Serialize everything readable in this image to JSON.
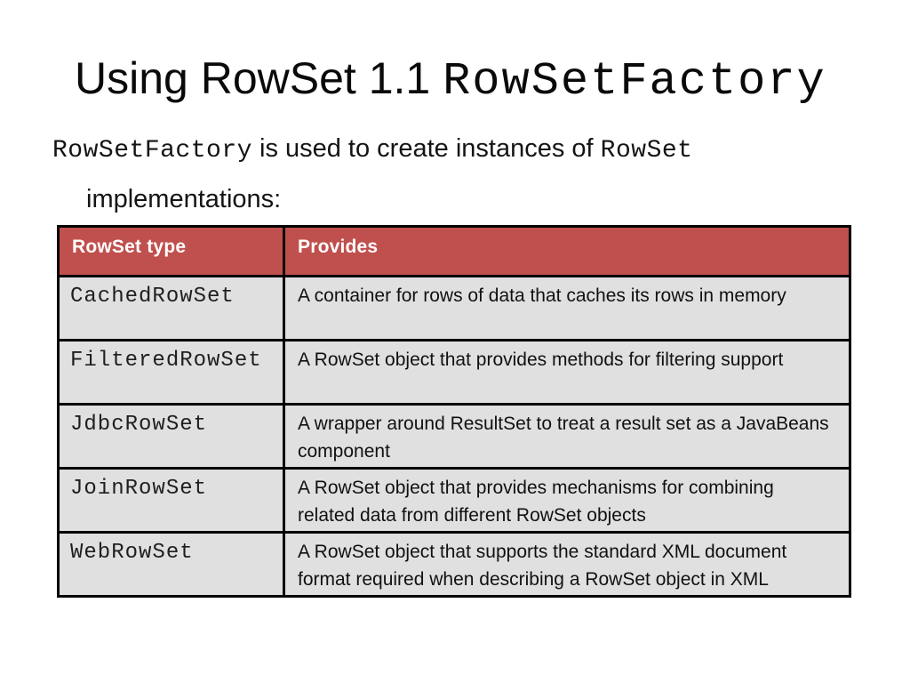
{
  "title": {
    "sans": "Using RowSet 1.1 ",
    "mono": "RowSetFactory"
  },
  "subtitle": {
    "code1": "RowSetFactory",
    "text1": " is used to create instances of ",
    "code2": "RowSet",
    "line2": "implementations:"
  },
  "table": {
    "headers": [
      "RowSet type",
      "Provides"
    ],
    "rows": [
      {
        "type": "CachedRowSet",
        "provides": "A container for rows of data that caches its rows in memory"
      },
      {
        "type": "FilteredRowSet",
        "provides": "A RowSet object that provides methods for filtering support"
      },
      {
        "type": "JdbcRowSet",
        "provides": "A wrapper around ResultSet to treat a result set as a JavaBeans component"
      },
      {
        "type": "JoinRowSet",
        "provides": "A RowSet object that provides mechanisms for combining related data from different RowSet objects"
      },
      {
        "type": "WebRowSet",
        "provides": "A RowSet object that supports the standard XML document format required when describing a RowSet object in XML"
      }
    ]
  },
  "colors": {
    "header_bg": "#C0504D",
    "header_text": "#FFFFFF",
    "cell_bg": "#E0E0E0",
    "border": "#000000"
  }
}
